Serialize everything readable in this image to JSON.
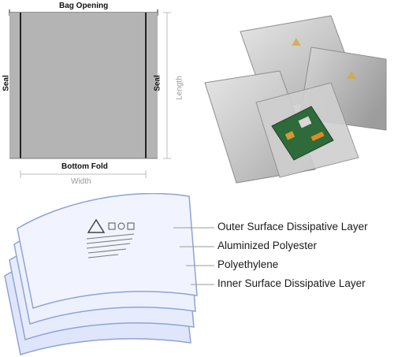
{
  "dimension_diagram": {
    "top_label": "Bag Opening",
    "left_label": "Seal",
    "right_label": "Seal",
    "bottom_label": "Bottom Fold",
    "width_label": "Width",
    "length_label": "Length"
  },
  "layer_diagram": {
    "layers": [
      "Outer Surface Dissipative Layer",
      "Aluminized Polyester",
      "Polyethylene",
      "Inner Surface Dissipative Layer"
    ]
  },
  "colors": {
    "bag_fill": "#b4b4b4",
    "seal_line": "#222222",
    "dimension_line": "#bcbcbc",
    "layer_fill": "#dfe6fb",
    "layer_stroke": "#8ea3d8",
    "callout_line": "#9a9a9a"
  }
}
